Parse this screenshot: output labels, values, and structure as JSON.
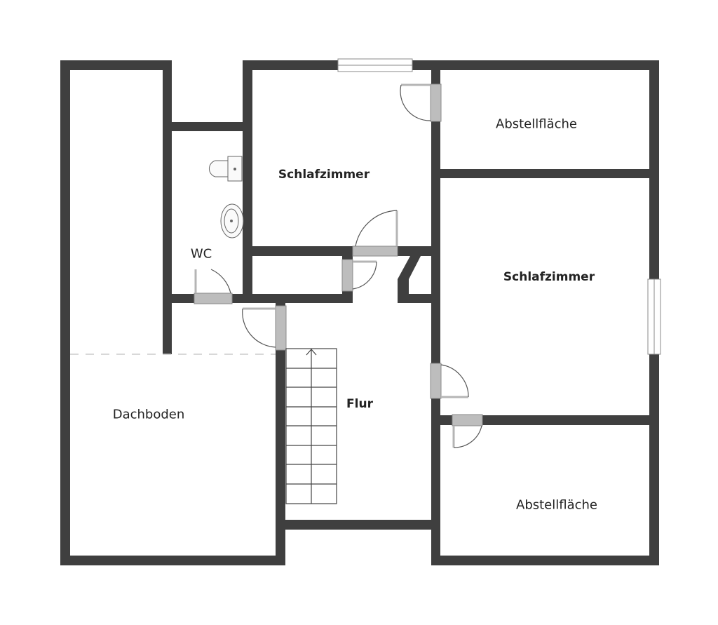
{
  "rooms": {
    "schlafzimmer_1": "Schlafzimmer",
    "abstell_1": "Abstellfläche",
    "wc": "WC",
    "schlafzimmer_2": "Schlafzimmer",
    "flur": "Flur",
    "dachboden": "Dachboden",
    "abstell_2": "Abstellfläche"
  },
  "colors": {
    "wall": "#3f3f3f",
    "door": "#bdbdbd",
    "background": "#ffffff"
  }
}
